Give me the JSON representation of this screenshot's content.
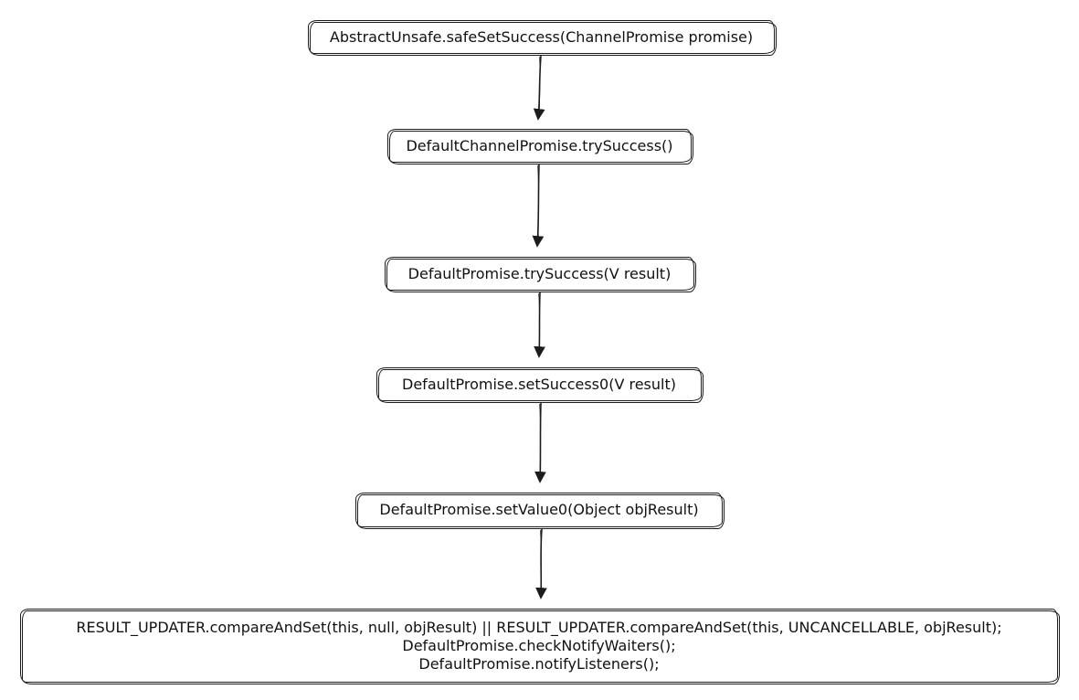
{
  "colors": {
    "background": "#ffffff",
    "stroke": "#1c1c1c",
    "text": "#111111"
  },
  "flowchart": {
    "type": "flowchart",
    "direction": "top-down",
    "style": "hand-drawn",
    "nodes": [
      {
        "id": "abstract-unsafe-safe-set-success",
        "label": "AbstractUnsafe.safeSetSuccess(ChannelPromise promise)"
      },
      {
        "id": "default-channel-promise-try-success",
        "label": "DefaultChannelPromise.trySuccess()"
      },
      {
        "id": "default-promise-try-success",
        "label": "DefaultPromise.trySuccess(V result)"
      },
      {
        "id": "default-promise-set-success0",
        "label": "DefaultPromise.setSuccess0(V result)"
      },
      {
        "id": "default-promise-set-value0",
        "label": "DefaultPromise.setValue0(Object objResult)"
      },
      {
        "id": "result-updater-notify-block",
        "lines": [
          "RESULT_UPDATER.compareAndSet(this, null, objResult) || RESULT_UPDATER.compareAndSet(this, UNCANCELLABLE, objResult);",
          "DefaultPromise.checkNotifyWaiters();",
          "DefaultPromise.notifyListeners();"
        ]
      }
    ],
    "edges": [
      {
        "from": "abstract-unsafe-safe-set-success",
        "to": "default-channel-promise-try-success"
      },
      {
        "from": "default-channel-promise-try-success",
        "to": "default-promise-try-success"
      },
      {
        "from": "default-promise-try-success",
        "to": "default-promise-set-success0"
      },
      {
        "from": "default-promise-set-success0",
        "to": "default-promise-set-value0"
      },
      {
        "from": "default-promise-set-value0",
        "to": "result-updater-notify-block"
      }
    ]
  }
}
